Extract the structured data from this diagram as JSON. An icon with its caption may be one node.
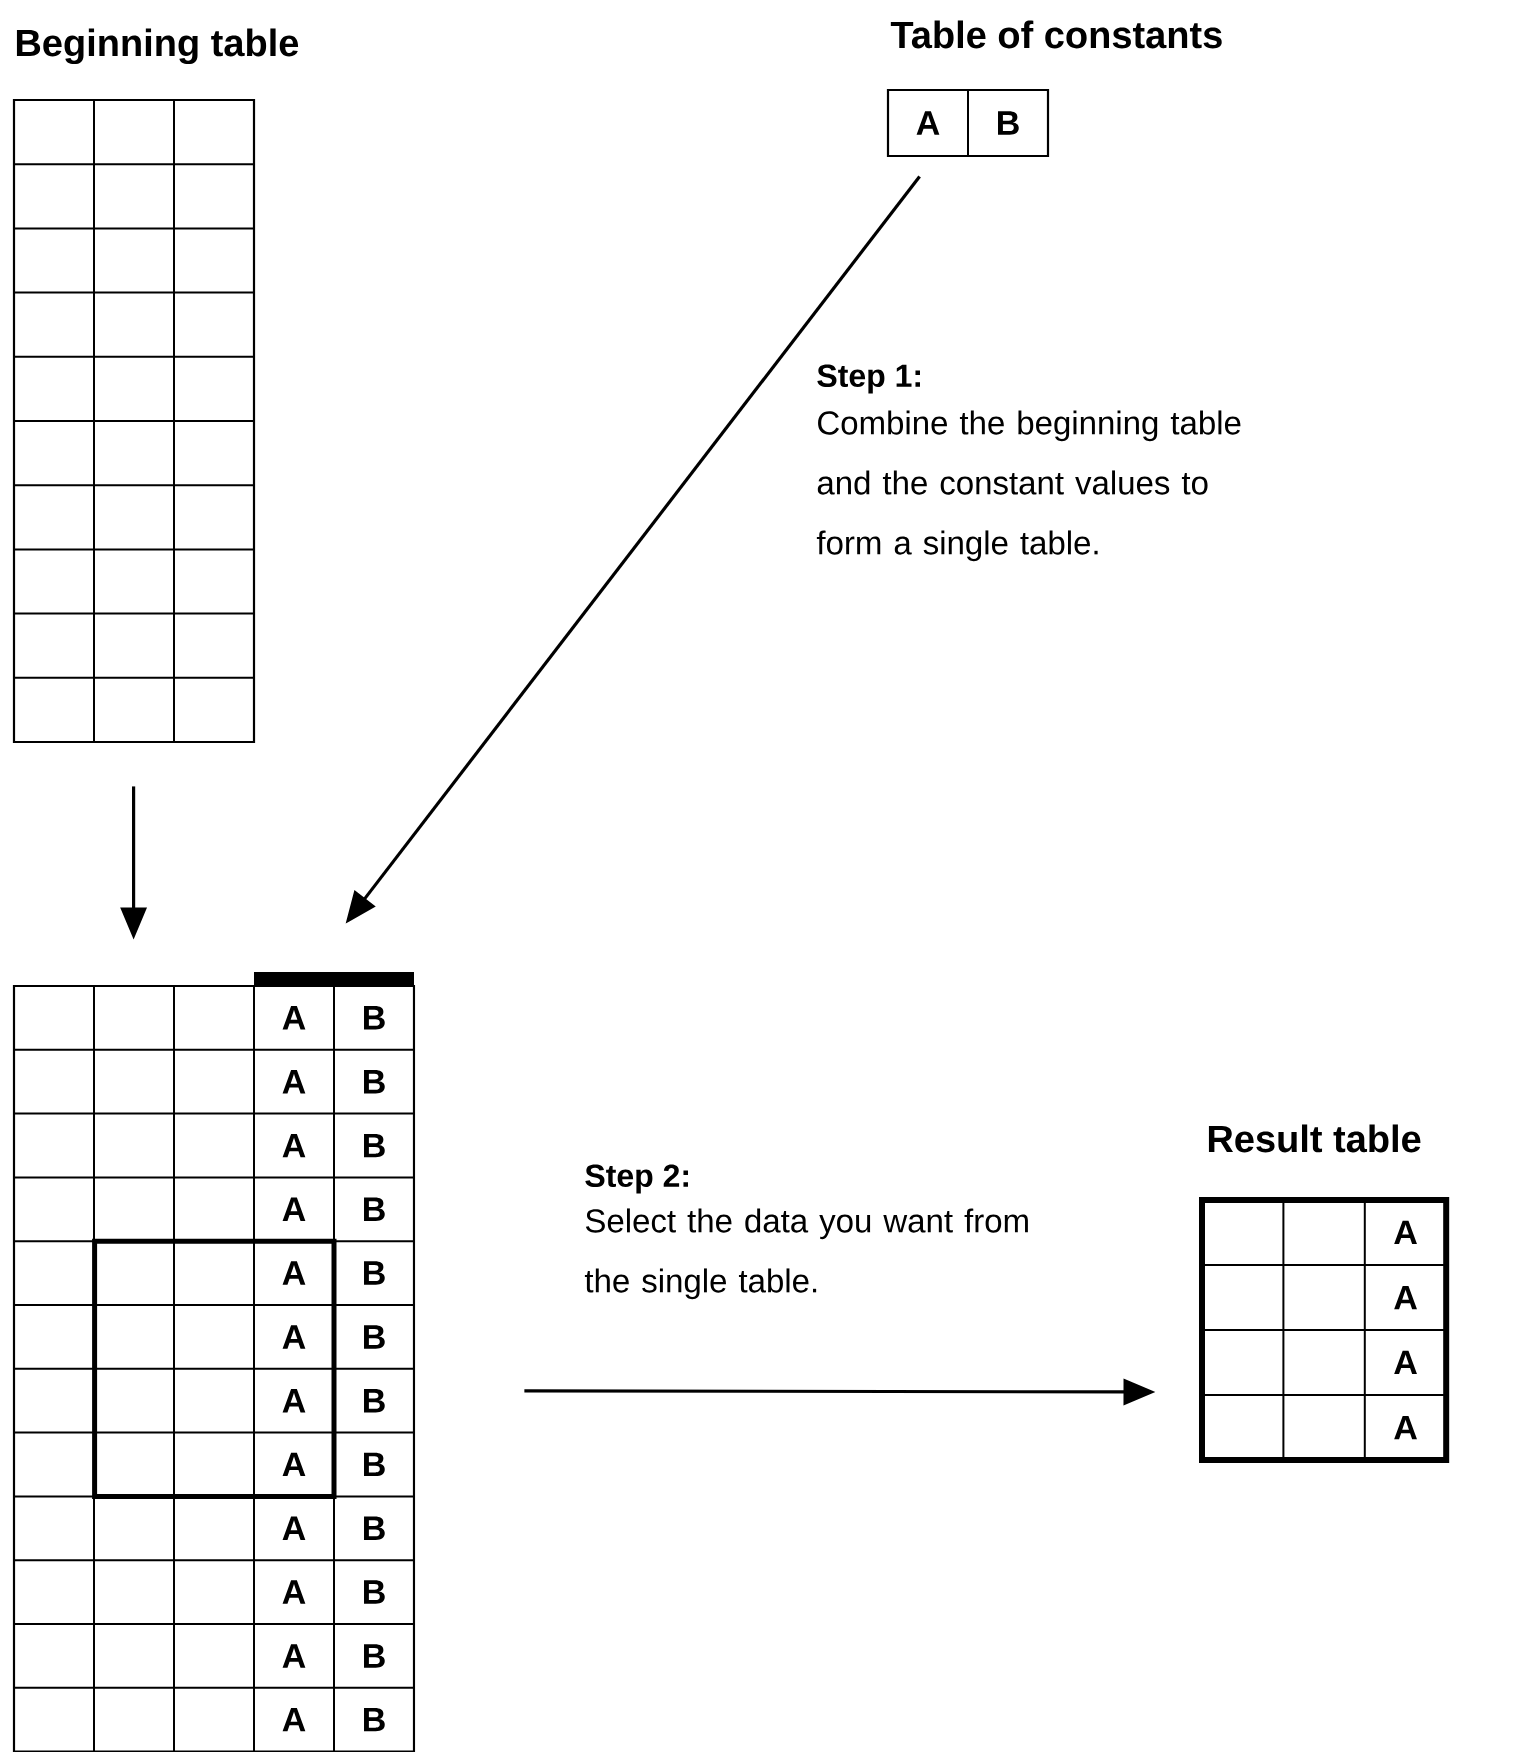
{
  "diagram": {
    "nodes": [
      {
        "text": [
          "Beginning table"
        ]
      },
      {
        "text": [
          "Table of constants",
          "A",
          "B"
        ]
      },
      {
        "text": [
          "A",
          "B",
          "A",
          "B",
          "A",
          "B",
          "A",
          "B",
          "A",
          "B",
          "A",
          "B",
          "A",
          "B",
          "A",
          "B",
          "A",
          "B",
          "A",
          "B",
          "A",
          "B",
          "A",
          "B"
        ]
      },
      {
        "text": [
          "Result table",
          "A",
          "A",
          "A",
          "A"
        ]
      }
    ],
    "edges": [
      {
        "from": 0,
        "to": 2,
        "arrow": "to"
      },
      {
        "from": 1,
        "to": 2,
        "arrow": "to"
      },
      {
        "from": 2,
        "to": 3,
        "arrow": "to"
      }
    ],
    "labels": [
      "Step 1:",
      "Combine the beginning table and the constant values to form a single table.",
      "Step 2:",
      "Select the data you want from the single table."
    ]
  }
}
